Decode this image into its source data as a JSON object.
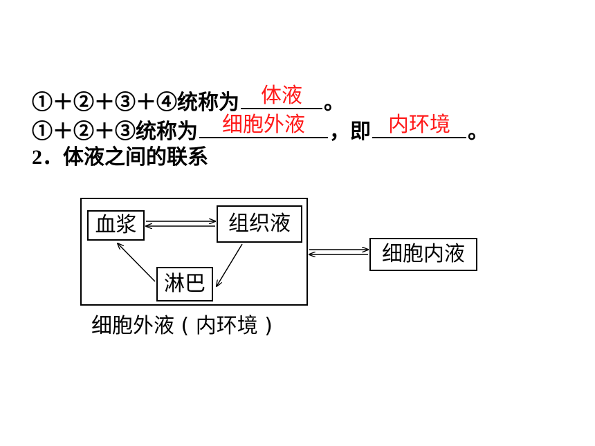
{
  "line1": {
    "prefix": "①＋②＋③＋④统称为",
    "answer": "体液",
    "suffix": "。"
  },
  "line2": {
    "prefix": "①＋②＋③统称为",
    "answer1": "细胞外液",
    "middle": "，即",
    "answer2": "内环境",
    "suffix": "。"
  },
  "line3": {
    "number": "2．",
    "text": "体液之间的联系"
  },
  "diagram": {
    "plasma": "血浆",
    "tissue_fluid": "组织液",
    "lymph": "淋巴",
    "intracellular_fluid": "细胞内液",
    "caption": "细胞外液 ( 内环境 )"
  },
  "colors": {
    "answer": "#ff1a1a",
    "text": "#000000"
  }
}
